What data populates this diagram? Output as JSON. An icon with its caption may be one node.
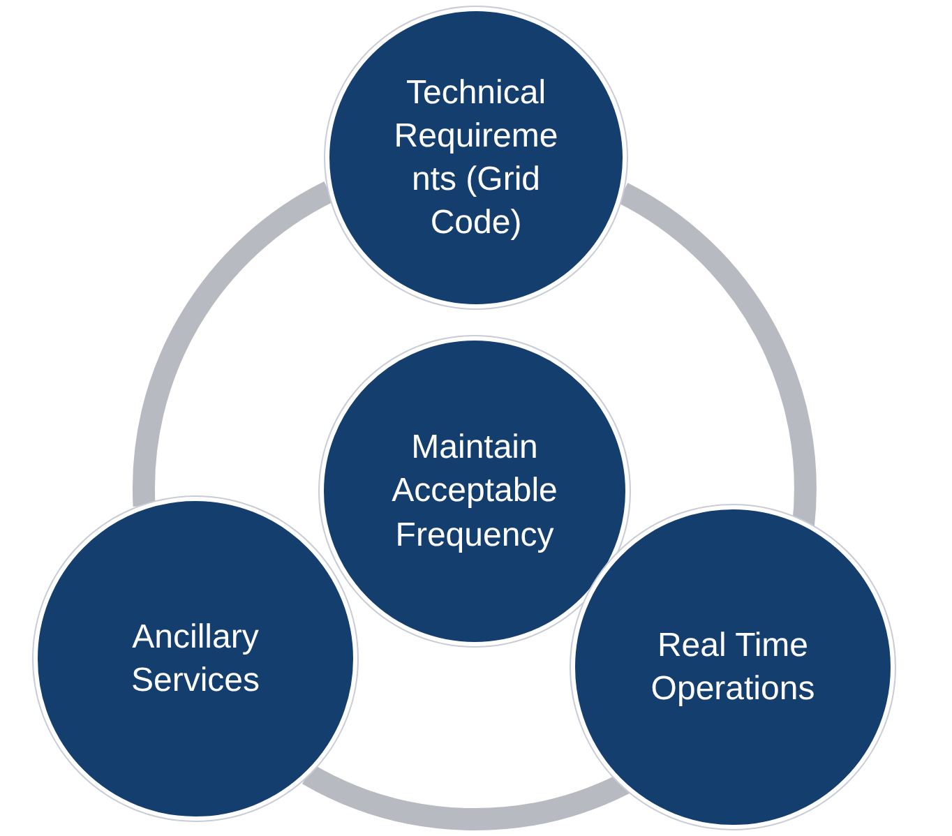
{
  "diagram": {
    "nodes": [
      {
        "text": [
          "Maintain Acceptable Frequency"
        ]
      },
      {
        "text": [
          "Technical Requirements (Grid Code)"
        ]
      },
      {
        "text": [
          "Real Time Operations"
        ]
      },
      {
        "text": [
          "Ancillary Services"
        ]
      }
    ],
    "edges": [
      {
        "from": 1,
        "to": 2,
        "arrow": "none"
      },
      {
        "from": 2,
        "to": 3,
        "arrow": "none"
      },
      {
        "from": 3,
        "to": 1,
        "arrow": "none"
      }
    ]
  }
}
